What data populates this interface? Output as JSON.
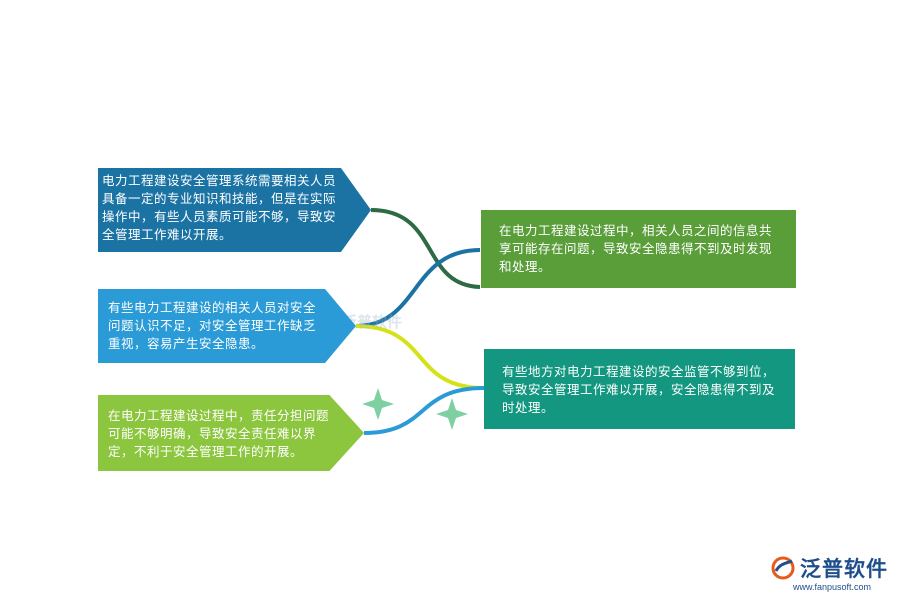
{
  "left_items": [
    "电力工程建设安全管理系统需要相关人员具备一定的专业知识和技能，但是在实际操作中，有些人员素质可能不够，导致安全管理工作难以开展。",
    "有些电力工程建设的相关人员对安全问题认识不足，对安全管理工作缺乏重视，容易产生安全隐患。",
    "在电力工程建设过程中，责任分担问题可能不够明确，导致安全责任难以界定，不利于安全管理工作的开展。"
  ],
  "right_items": [
    "在电力工程建设过程中，相关人员之间的信息共享可能存在问题，导致安全隐患得不到及时发现和处理。",
    "有些地方对电力工程建设的安全监管不够到位，导致安全管理工作难以开展，安全隐患得不到及时处理。"
  ],
  "watermark": "泛普软件",
  "brand": {
    "name": "泛普软件",
    "url": "www.fanpusoft.com"
  },
  "colors": {
    "left_1": "#1b73a4",
    "left_2": "#2a9bd6",
    "left_3": "#8cc63f",
    "right_1": "#5a9e3a",
    "right_2": "#149781",
    "connector_dark_green": "#2e6b44",
    "connector_blue": "#1b73a4",
    "connector_yellow": "#d4e21a",
    "connector_teal": "#2a9bd6",
    "sparkle": "#7fd0a0"
  }
}
